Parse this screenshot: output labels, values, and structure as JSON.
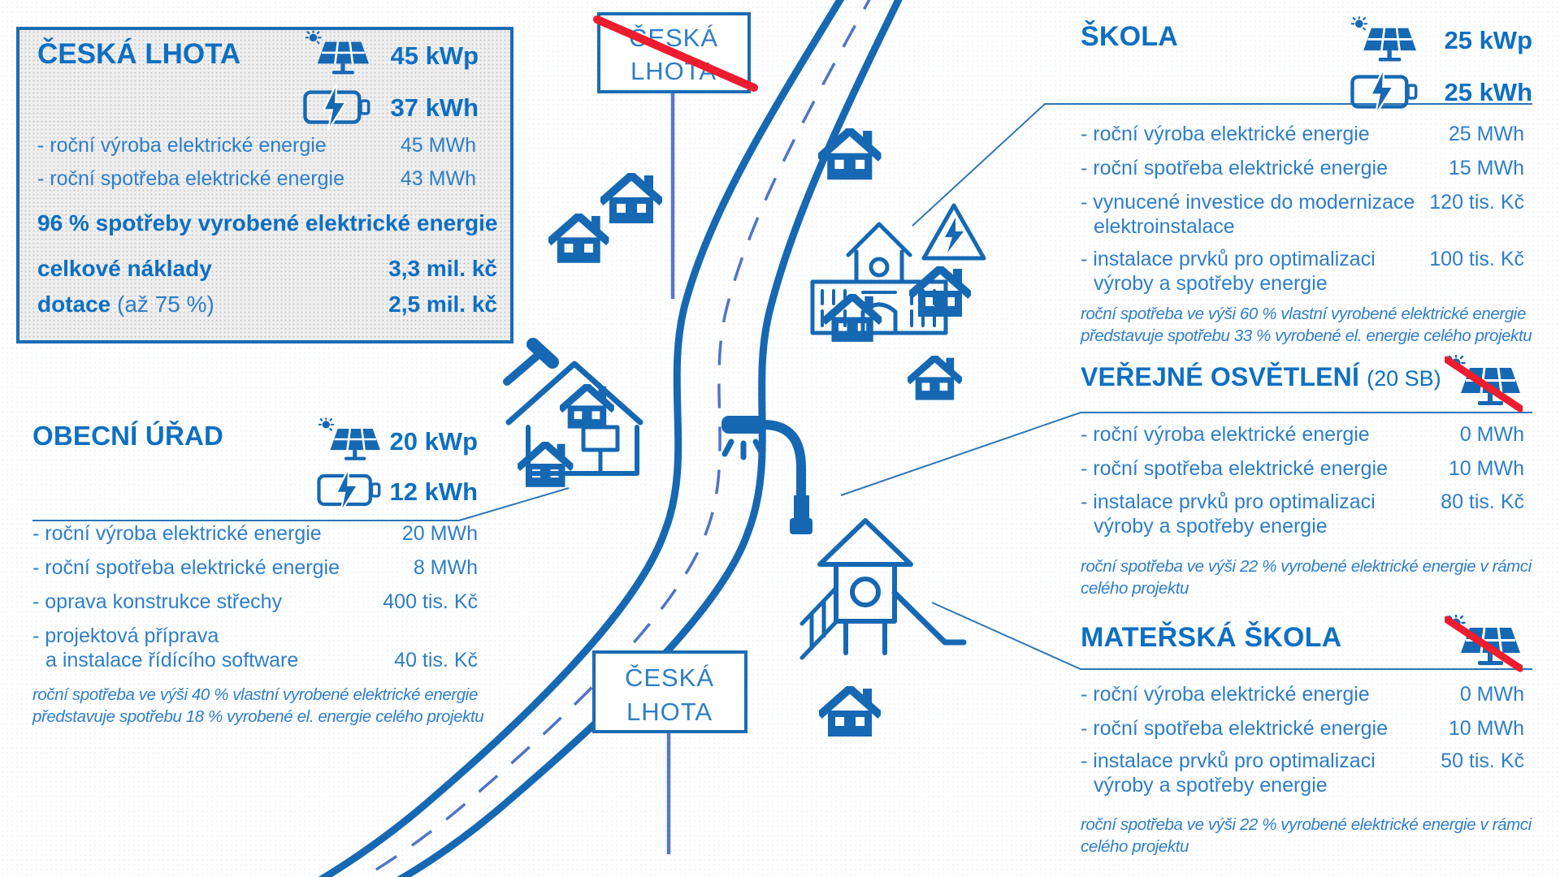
{
  "colors": {
    "primary_blue": "#0e6fc2",
    "body_blue": "#2e7ec9",
    "icon_blue": "#1668b3",
    "pole_blue": "#5b77c9",
    "red": "#ed1c2e",
    "box_background": "#efeff0"
  },
  "summary_box": {
    "title": "ČESKÁ LHOTA",
    "pv_value": "45 kWp",
    "battery_value": "37 kWh",
    "rows": [
      {
        "label": "- roční výroba elektrické energie",
        "value": "45 MWh"
      },
      {
        "label": "- roční spotřeba elektrické energie",
        "value": "43 MWh"
      }
    ],
    "highlight": "96 % spotřeby vyrobené elektrické energie",
    "cost_rows": [
      {
        "label": "celkové náklady",
        "suffix": "",
        "value": "3,3 mil. kč"
      },
      {
        "label": "dotace",
        "suffix": " (až 75 %)",
        "value": "2,5 mil. kč"
      }
    ]
  },
  "obecni_urad": {
    "title": "OBECNÍ ÚŘAD",
    "pv_value": "20 kWp",
    "battery_value": "12 kWh",
    "rows": [
      {
        "label": "- roční výroba elektrické energie",
        "value": "20 MWh"
      },
      {
        "label": "- roční spotřeba elektrické energie",
        "value": "8 MWh"
      },
      {
        "label": "- oprava konstrukce střechy",
        "value": "400 tis. Kč"
      },
      {
        "label": "- projektová příprava",
        "label2": "a instalace řídícího software",
        "value": "40 tis. Kč"
      }
    ],
    "note": [
      "roční spotřeba ve výši 40 % vlastní vyrobené elektrické energie",
      "představuje spotřebu 18 % vyrobené el. energie celého projektu"
    ]
  },
  "skola": {
    "title": "ŠKOLA",
    "pv_value": "25 kWp",
    "battery_value": "25 kWh",
    "rows": [
      {
        "label": "- roční výroba elektrické energie",
        "value": "25 MWh"
      },
      {
        "label": "- roční spotřeba elektrické energie",
        "value": "15 MWh"
      },
      {
        "label": "- vynucené investice do modernizace",
        "label2": "elektroinstalace",
        "value": "120 tis. Kč"
      },
      {
        "label": "- instalace prvků pro optimalizaci",
        "label2": "výroby a spotřeby energie",
        "value": "100 tis. Kč"
      }
    ],
    "note": [
      "roční spotřeba ve výši 60 % vlastní vyrobené elektrické energie",
      "představuje spotřebu 33 % vyrobené el. energie celého projektu"
    ]
  },
  "verejne_osvetleni": {
    "title": "VEŘEJNÉ OSVĚTLENÍ",
    "title_suffix": "(20 SB)",
    "rows": [
      {
        "label": "- roční výroba elektrické energie",
        "value": "0 MWh"
      },
      {
        "label": "- roční spotřeba elektrické energie",
        "value": "10 MWh"
      },
      {
        "label": "- instalace prvků pro optimalizaci",
        "label2": "výroby a spotřeby energie",
        "value": "80 tis. Kč"
      }
    ],
    "note": [
      "roční spotřeba ve výši 22 % vyrobené elektrické energie v rámci",
      "celého projektu"
    ]
  },
  "materska_skola": {
    "title": "MATEŘSKÁ ŠKOLA",
    "rows": [
      {
        "label": "- roční výroba elektrické energie",
        "value": "0 MWh"
      },
      {
        "label": "- roční spotřeba elektrické energie",
        "value": "10 MWh"
      },
      {
        "label": "- instalace prvků pro optimalizaci",
        "label2": "výroby a spotřeby energie",
        "value": "50 tis. Kč"
      }
    ],
    "note": [
      "roční spotřeba ve výši 22 % vyrobené elektrické energie v rámci",
      "celého projektu"
    ]
  },
  "scene": {
    "sign_top": {
      "line1": "ČESKÁ",
      "line2": "LHOTA"
    },
    "sign_bottom": {
      "line1": "ČESKÁ",
      "line2": "LHOTA"
    }
  }
}
